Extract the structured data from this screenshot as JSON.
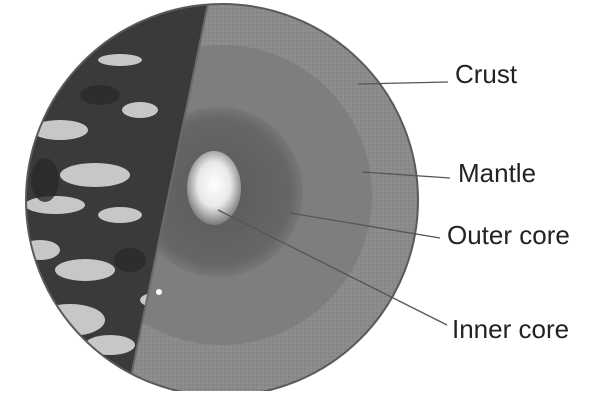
{
  "figure": {
    "labels": {
      "crust": "Crust",
      "mantle": "Mantle",
      "outer_core": "Outer core",
      "inner_core": "Inner core"
    },
    "colors": {
      "background": "#ffffff",
      "crust_cut": "#8f8f8f",
      "mantle": "#7e7e7e",
      "outer_core": "#5f5f5f",
      "inner_core": "#f4f4f4",
      "earth_surface": "#3a3a3a",
      "leader_line": "#555555"
    }
  }
}
